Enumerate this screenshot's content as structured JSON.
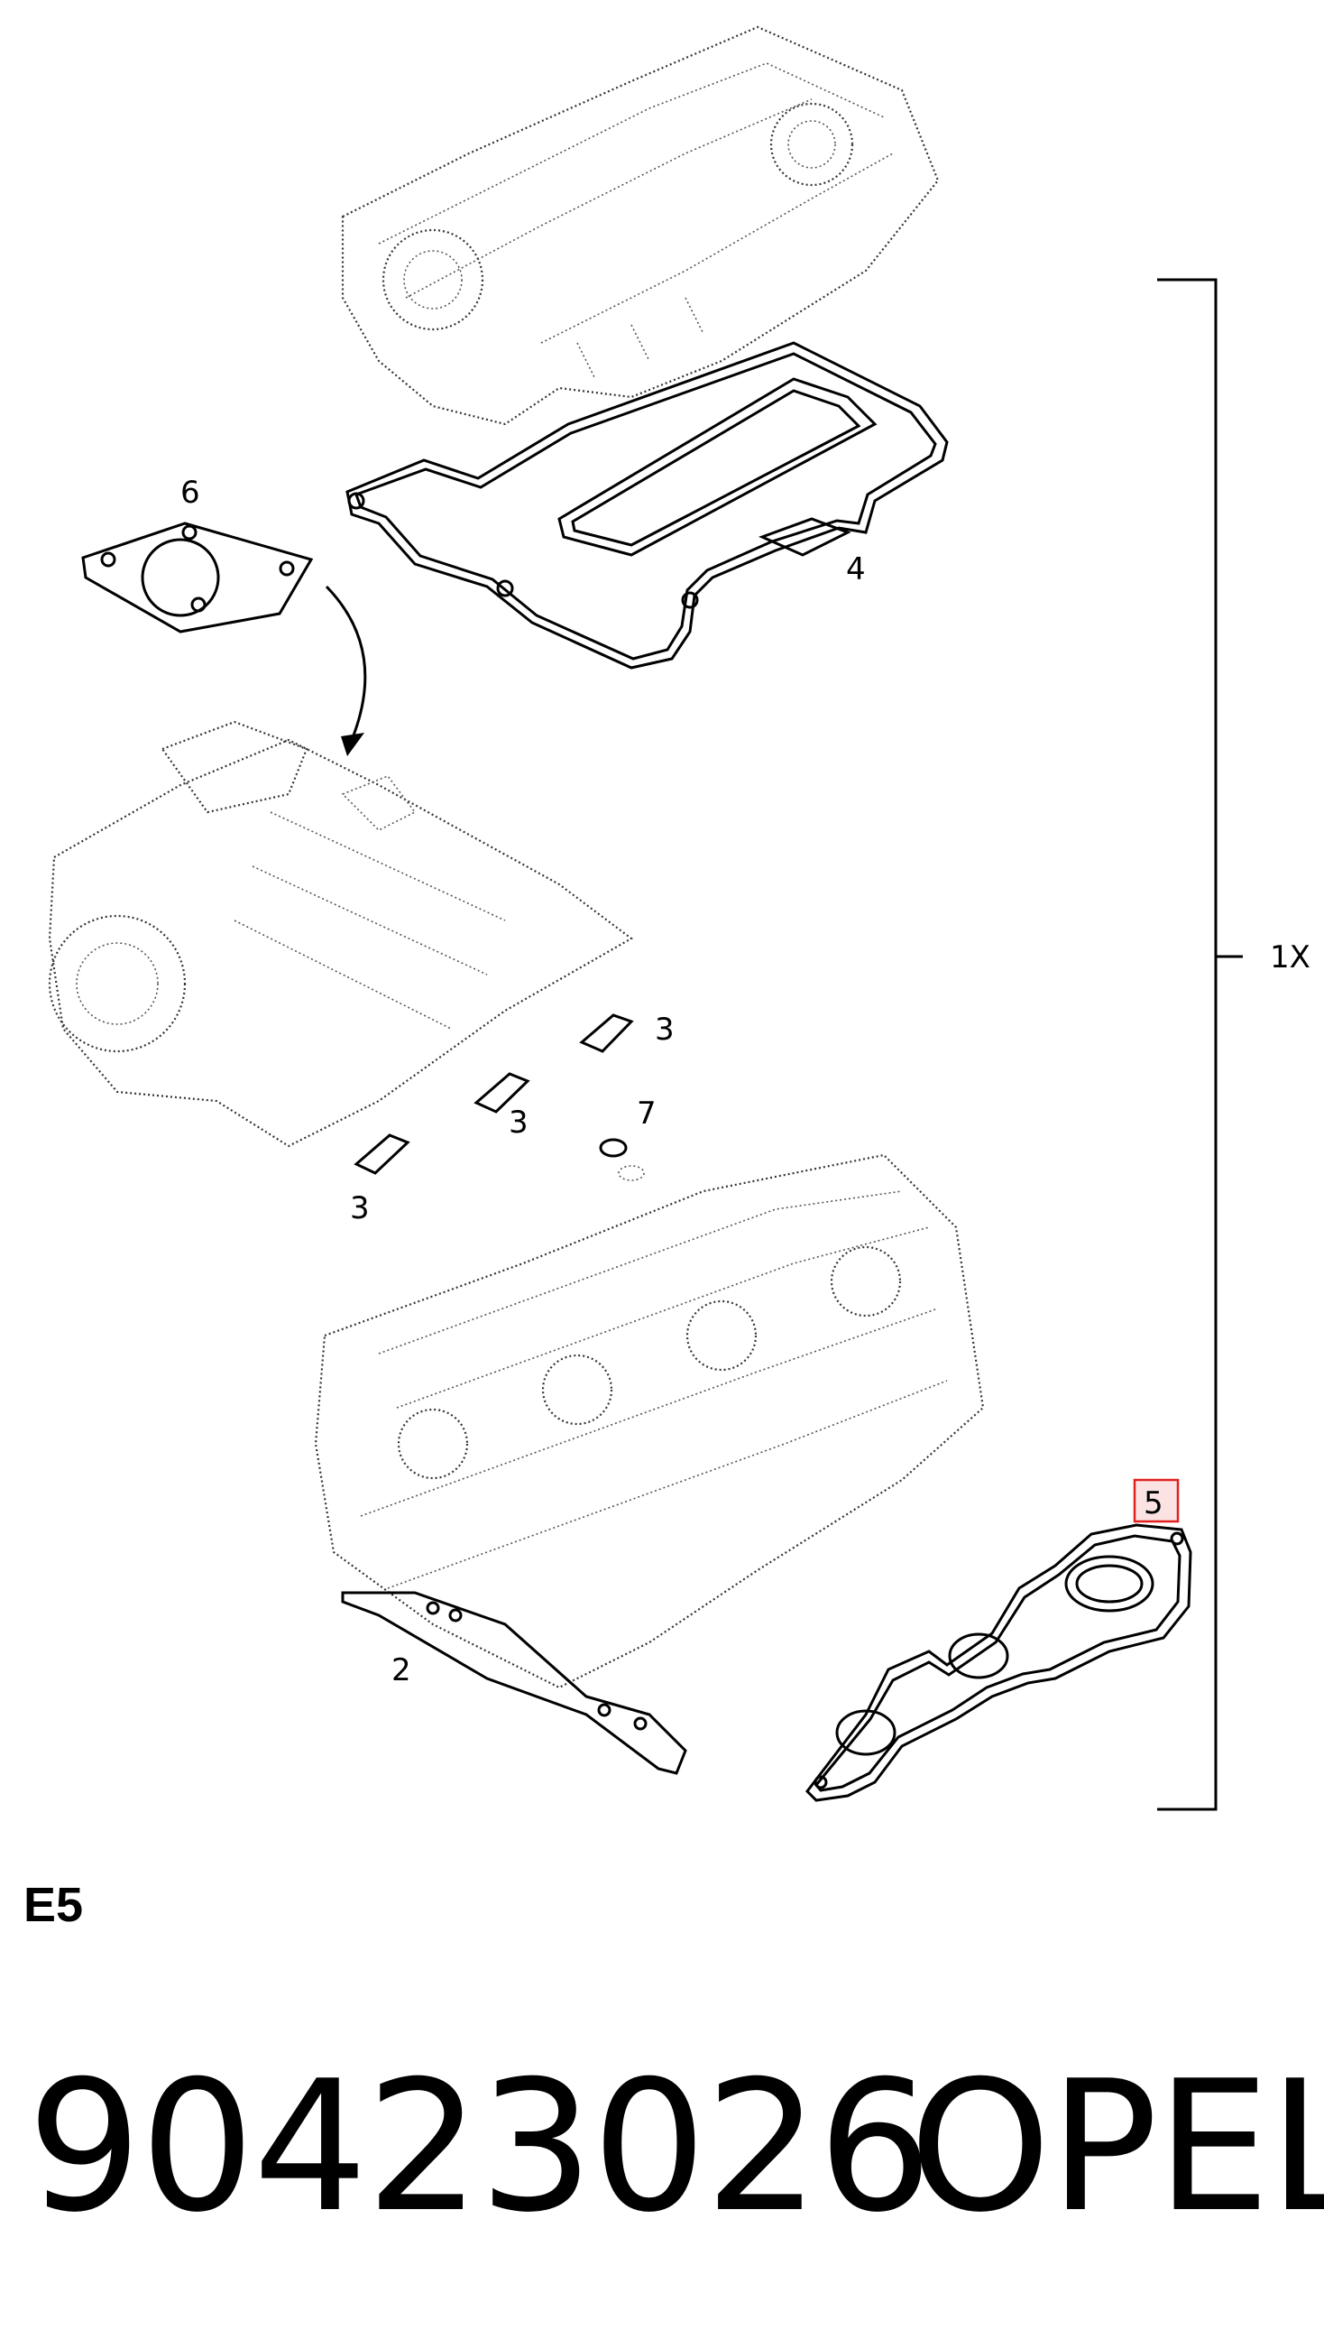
{
  "callouts": {
    "c6": "6",
    "c4": "4",
    "c3a": "3",
    "c3b": "3",
    "c3c": "3",
    "c7": "7",
    "c2": "2",
    "c5": "5"
  },
  "bracket": {
    "quantity": "1X"
  },
  "highlight_color": "#e02020",
  "highlight_fill": "#fbe3e3",
  "section_code": "E5",
  "part_number": "90423026",
  "brand": "OPEL"
}
